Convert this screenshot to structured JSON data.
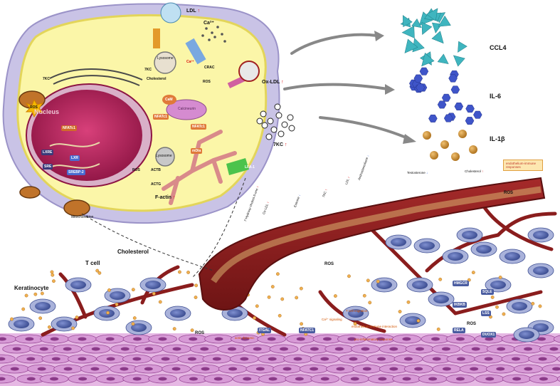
{
  "cell": {
    "nucleus": "Nucleus",
    "nfatc1_nuc": "NFATc1",
    "lxre": "LXRE",
    "lxr": "LXR",
    "srebp": "SREBP-2",
    "sre": "SRE",
    "lysosome_top": "Lysosome",
    "lysosome_mid": "Lysosome",
    "cholesterol_label": "Cholesterol",
    "kc_small": "7KC",
    "kc_left": "7KC",
    "ros_cell": "ROS",
    "ros_er": "ROS",
    "ros_left": "ROS",
    "nfatc1_a": "NFATc1",
    "nfatc1_b": "NFATc1",
    "calcineurin": "Calcineurin",
    "cam": "CaM",
    "crac": "CRAC",
    "mdia": "mDia",
    "actb": "ACTB",
    "actg": "ACTG",
    "factin": "F-actin",
    "mitochondrion": "Mitochondrion",
    "lfa1": "LFA-1",
    "ca_inner": "Ca²⁺"
  },
  "external": {
    "ldl": "LDL",
    "ca": "Ca²⁺",
    "oxldl": "Ox-LDL",
    "kc": "7KC",
    "ccl4": "CCL4",
    "il6": "IL-6",
    "il1b": "IL-1β"
  },
  "vessel": {
    "hydroxy": "7-Hydroxy-cholest-5-ene",
    "oxldl": "Ox-LDL",
    "estrone": "Estrone",
    "kc": "7KC",
    "ldl": "LDL",
    "androstenedione": "Androstenedione",
    "testosterone": "Testosterone",
    "cholesterol": "Cholesterol",
    "box": "endothelium-immune responses",
    "ros_vessel": "ROS",
    "ros_right": "ROS"
  },
  "tissue": {
    "keratinocyte": "Keratinocyte",
    "tcell": "T cell",
    "cholesterol": "Cholesterol",
    "ros_left": "ROS",
    "ros_right": "ROS",
    "itgal": "ITGAL",
    "nfatc1": "NFATC1",
    "hmgcr": "HMGCR",
    "sqle": "SQLE",
    "ikbkb": "IKBKB",
    "lss": "LSS",
    "rela": "RELA",
    "duox1": "DUOX1",
    "ann_actin": "actin dynamic",
    "ann_ca": "Ca²⁺ signaling",
    "ann_mig": "T cell migration",
    "ann_endo": "endothelium-immune interaction",
    "ann_pro": "pro-inflammatory response"
  },
  "colors": {
    "cell_fill": "#fbf6a8",
    "cell_outer": "#c9c3e6",
    "nucleus": "#b8205a",
    "vessel": "#8a1d1d",
    "tcell": "#5a6cb0",
    "keratinocyte": "#d79ad6",
    "ccl4": "#3fb5bf",
    "il6": "#3f55c9",
    "il1b": "#d49b3c"
  }
}
